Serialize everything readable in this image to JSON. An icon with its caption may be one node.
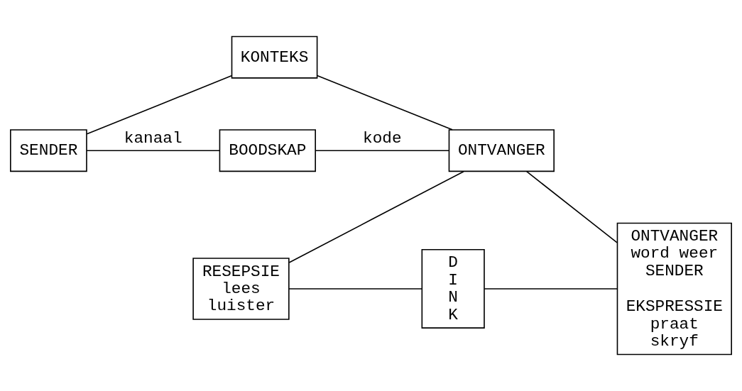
{
  "diagram": {
    "nodes": [
      {
        "text": [
          "KONTEKS"
        ]
      },
      {
        "text": [
          "SENDER"
        ]
      },
      {
        "text": [
          "BOODSKAP"
        ]
      },
      {
        "text": [
          "ONTVANGER"
        ]
      },
      {
        "text": [
          "RESEPSIE",
          "lees luister"
        ]
      },
      {
        "text": [
          "DINK"
        ]
      },
      {
        "text": [
          "ONTVANGER word weer SENDER",
          "EKSPRESSIE praat skryf"
        ]
      }
    ],
    "edges": [
      {
        "from": 1,
        "to": 0,
        "arrow": "none"
      },
      {
        "from": 0,
        "to": 3,
        "arrow": "none"
      },
      {
        "from": 1,
        "to": 2,
        "arrow": "none",
        "label": "kanaal"
      },
      {
        "from": 2,
        "to": 3,
        "arrow": "none",
        "label": "kode"
      },
      {
        "from": 3,
        "to": 4,
        "arrow": "none"
      },
      {
        "from": 3,
        "to": 6,
        "arrow": "none"
      },
      {
        "from": 4,
        "to": 5,
        "arrow": "none"
      },
      {
        "from": 5,
        "to": 6,
        "arrow": "none"
      }
    ]
  }
}
